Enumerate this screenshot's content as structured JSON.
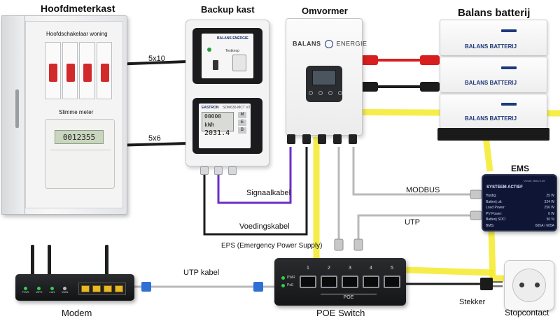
{
  "titles": {
    "hoofdmeterkast": "Hoofdmeterkast",
    "backup_kast": "Backup kast",
    "omvormer": "Omvormer",
    "balans_batterij": "Balans batterij",
    "ems": "EMS",
    "modem": "Modem",
    "poe_switch": "POE Switch",
    "stekker": "Stekker",
    "stopcontact": "Stopcontact"
  },
  "labels": {
    "hoofdschakelaar": "Hoofdschakelaar woning",
    "slimme_meter": "Slimme meter",
    "cable_5x10": "5x10",
    "cable_5x6": "5x6",
    "modbus": "MODBUS",
    "utp": "UTP",
    "signaalkabel": "Signaalkabel",
    "voedingskabel": "Voedingskabel",
    "eps": "EPS (Emergency Power Supply)",
    "utp_kabel": "UTP kabel"
  },
  "smart_meter": {
    "display": "0012355"
  },
  "backup_box": {
    "brand_top": "BALANS ENERGIE",
    "button": "Testknop",
    "meter_brand": "EASTRON",
    "meter_model": "SDM630-MCT V2",
    "meter_line1": "00000 kWh",
    "meter_line2": "2031.4",
    "meter_tabs": [
      "M",
      "E",
      "B"
    ]
  },
  "inverter": {
    "logo_left": "BALANS",
    "logo_right": "ENERGIE"
  },
  "battery": {
    "logo": "BALANS BATTERIJ",
    "modules": 3
  },
  "ems": {
    "version": "Versie: Beta 0.06",
    "status": "SYSTEEM ACTIEF",
    "rows": [
      {
        "k": "Huidig:",
        "v": "25 W"
      },
      {
        "k": "Batterij uit:",
        "v": "324 W"
      },
      {
        "k": "Load Power:",
        "v": "256 W"
      },
      {
        "k": "PV Power:",
        "v": "0 W"
      },
      {
        "k": "Batterij SOC:",
        "v": "50 %"
      },
      {
        "k": "BMS:",
        "v": "605A / 605A"
      }
    ]
  },
  "poe_switch": {
    "ports": [
      "1",
      "2",
      "3",
      "4",
      "5"
    ],
    "badge": "POE",
    "led_labels": [
      "PWR",
      "PoE"
    ]
  },
  "modem": {
    "led_labels": [
      "PWR",
      "WPS",
      "LAN",
      "WAN"
    ]
  },
  "colors": {
    "signal_cable": "#6a2fc3",
    "power_cable": "#1b1b1b",
    "eps_cable": "#f5ea2a",
    "network_cable": "#b9b9b9",
    "battery_positive": "#d81f1f",
    "utp_connector": "#2f6fd6"
  }
}
